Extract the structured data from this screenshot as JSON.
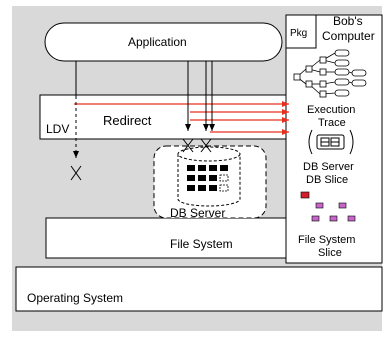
{
  "labels": {
    "application": "Application",
    "ldv": "LDV",
    "redirect": "Redirect",
    "db_server": "DB Server",
    "file_system": "File System",
    "operating_system": "Operating System",
    "pkg": "Pkg",
    "bobs_line1": "Bob's",
    "bobs_line2": "Computer",
    "execution_trace_line1": "Execution",
    "execution_trace_line2": "Trace",
    "db_slice_line1": "DB Server",
    "db_slice_line2": "DB Slice",
    "fs_slice_line1": "File System",
    "fs_slice_line2": "Slice"
  },
  "colors": {
    "background": "#d9d9d9",
    "box_fill": "#ffffff",
    "arrow_red": "#e8301e",
    "db_slice_red": "#d0202a",
    "fs_slice_purple": "#c566c8",
    "stroke": "#000000"
  }
}
